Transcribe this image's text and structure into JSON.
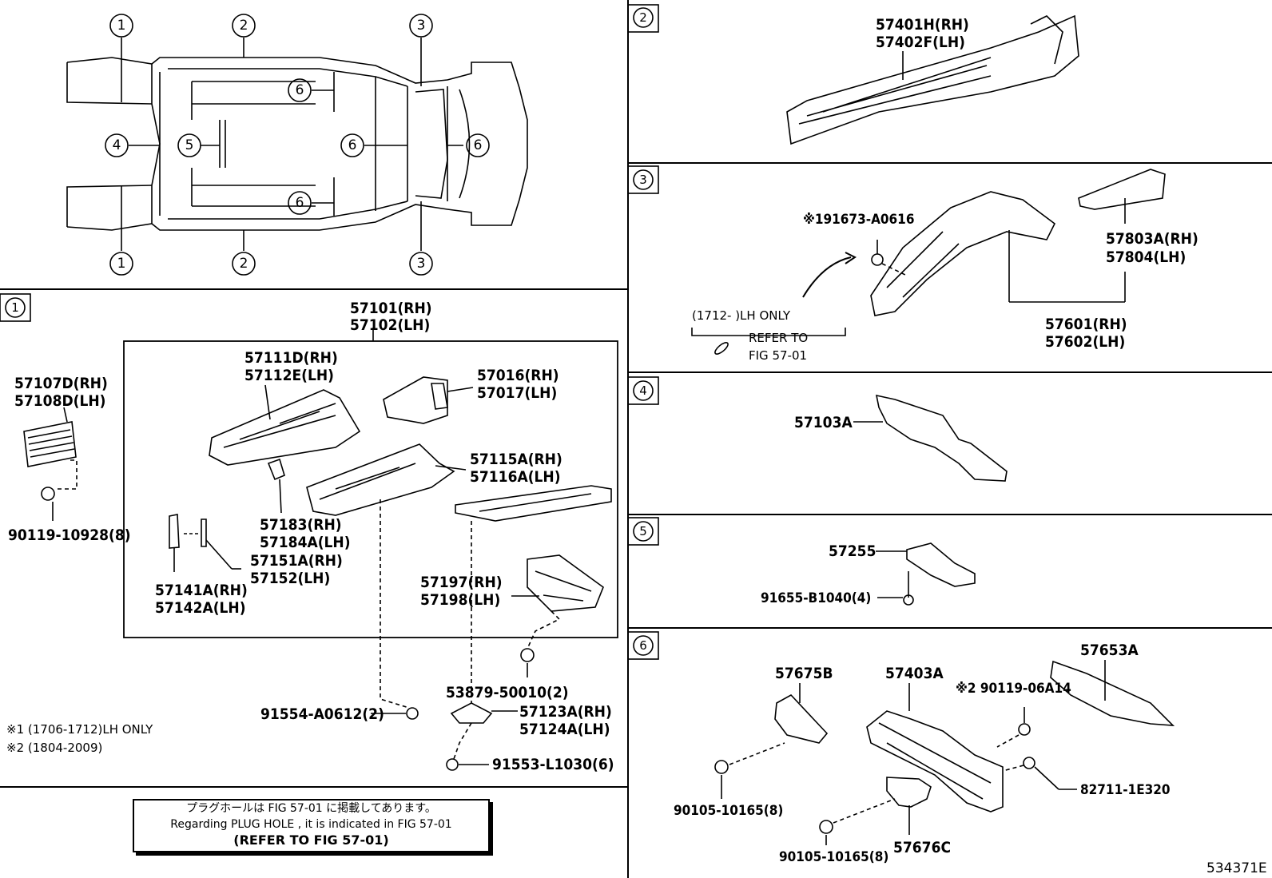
{
  "overview": {
    "callouts": [
      "1",
      "2",
      "3",
      "4",
      "5",
      "6"
    ]
  },
  "section1": {
    "tag": "1",
    "parts": {
      "p57101": [
        "57101(RH)",
        "57102(LH)"
      ],
      "p57107": [
        "57107D(RH)",
        "57108D(LH)"
      ],
      "p90119": "90119-10928(8)",
      "p57111": [
        "57111D(RH)",
        "57112E(LH)"
      ],
      "p57016": [
        "57016(RH)",
        "57017(LH)"
      ],
      "p57115": [
        "57115A(RH)",
        "57116A(LH)"
      ],
      "p57183": [
        "57183(RH)",
        "57184A(LH)"
      ],
      "p57151": [
        "57151A(RH)",
        "57152(LH)"
      ],
      "p57141": [
        "57141A(RH)",
        "57142A(LH)"
      ],
      "p57197": [
        "57197(RH)",
        "57198(LH)"
      ],
      "p53879": "53879-50010(2)",
      "p91554": "91554-A0612(2)",
      "p57123": [
        "57123A(RH)",
        "57124A(LH)"
      ],
      "p91553": "91553-L1030(6)"
    },
    "notes": [
      "※1 (1706-1712)LH ONLY",
      "※2 (1804-2009)"
    ]
  },
  "notice": {
    "line_jp": "プラグホールは FIG 57-01 に掲載してあります。",
    "line_en": "Regarding  PLUG  HOLE , it is indicated in FIG  57-01",
    "line_refer": "(REFER TO FIG 57-01)"
  },
  "section2": {
    "tag": "2",
    "parts": [
      "57401H(RH)",
      "57402F(LH)"
    ]
  },
  "section3": {
    "tag": "3",
    "bolt": "※191673-A0616",
    "only_note": "(1712-       )LH ONLY",
    "refer": [
      "REFER TO",
      "FIG 57-01"
    ],
    "p57803": [
      "57803A(RH)",
      "57804(LH)"
    ],
    "p57601": [
      "57601(RH)",
      "57602(LH)"
    ]
  },
  "section4": {
    "tag": "4",
    "part": "57103A"
  },
  "section5": {
    "tag": "5",
    "part": "57255",
    "bolt": "91655-B1040(4)"
  },
  "section6": {
    "tag": "6",
    "p57653": "57653A",
    "p57675": "57675B",
    "p57403": "57403A",
    "p90119": "※2 90119-06A14",
    "p82711": "82711-1E320",
    "p90105a": "90105-10165(8)",
    "p90105b": "90105-10165(8)",
    "p57676": "57676C"
  },
  "code": "534371E"
}
